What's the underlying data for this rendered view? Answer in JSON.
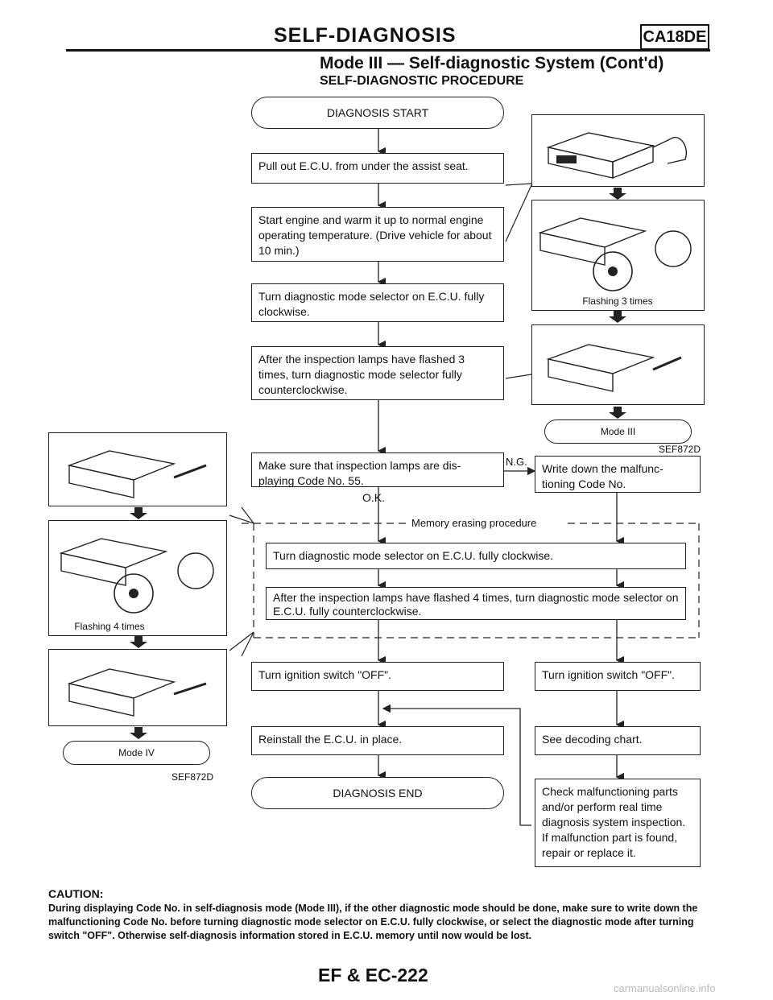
{
  "header": {
    "section": "SELF-DIAGNOSIS",
    "engine_tag": "CA18DE",
    "title": "Mode III — Self-diagnostic System (Cont'd)",
    "subtitle": "SELF-DIAGNOSTIC PROCEDURE"
  },
  "flow": {
    "start": "DIAGNOSIS START",
    "step1": "Pull out E.C.U. from under the assist seat.",
    "step2": "Start engine and warm it up to normal engine operating temperature. (Drive vehicle for about 10 min.)",
    "step3": "Turn diagnostic mode selector on E.C.U. fully clockwise.",
    "step4": "After the inspection lamps have flashed 3 times, turn diagnostic mode selector fully counterclockwise.",
    "check": "Make sure that inspection lamps are dis- playing Code No. 55.",
    "ng": "N.G.",
    "ok": "O.K.",
    "write": "Write down the malfunc- tioning Code No.",
    "memory_label": "Memory erasing procedure",
    "erase1": "Turn diagnostic mode selector on E.C.U. fully clockwise.",
    "erase2": "After the inspection lamps have flashed 4 times, turn diagnostic mode selector on E.C.U. fully counterclockwise.",
    "ign_left": "Turn ignition switch \"OFF\".",
    "ign_right": "Turn ignition switch \"OFF\".",
    "reinstall": "Reinstall the E.C.U. in place.",
    "decode": "See decoding chart.",
    "end": "DIAGNOSIS END",
    "check_parts": "Check malfunctioning parts and/or perform real time diagnosis system inspection. If malfunction part is found, repair or replace it."
  },
  "illustrations": {
    "right_flash": "Flashing 3 times",
    "right_mode": "Mode III",
    "right_ref": "SEF872D",
    "left_flash": "Flashing 4 times",
    "left_mode": "Mode IV",
    "left_ref": "SEF872D"
  },
  "caution": {
    "heading": "CAUTION:",
    "text": "During displaying Code No. in self-diagnosis mode (Mode III), if the other diagnostic mode should be done, make sure to write down the malfunctioning Code No. before turning diagnostic mode selector on E.C.U. fully clockwise, or select the diagnostic mode after turning switch \"OFF\". Otherwise self-diagnosis information stored in E.C.U. memory until now would be lost."
  },
  "footer": {
    "page": "EF & EC-222"
  },
  "watermark": "carmanualsonline.info"
}
